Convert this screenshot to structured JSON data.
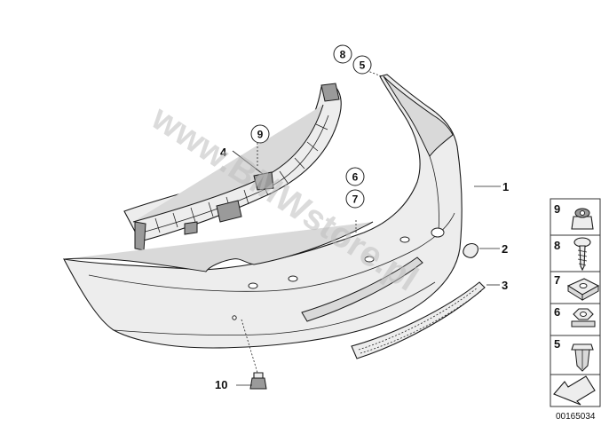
{
  "callouts": {
    "c1": "1",
    "c2": "2",
    "c3": "3",
    "c4": "4",
    "c5a": "5",
    "c8a": "8",
    "c9a": "9",
    "c6a": "6",
    "c7a": "7",
    "c10": "10"
  },
  "legend": {
    "items": [
      {
        "number": "9",
        "icon": "clip-nut-icon"
      },
      {
        "number": "8",
        "icon": "screw-icon"
      },
      {
        "number": "7",
        "icon": "square-nut-icon"
      },
      {
        "number": "6",
        "icon": "hex-nut-icon"
      },
      {
        "number": "5",
        "icon": "expanding-nut-icon"
      }
    ]
  },
  "watermark": "www.BMWstore.pl",
  "diagram_code": "00165034"
}
